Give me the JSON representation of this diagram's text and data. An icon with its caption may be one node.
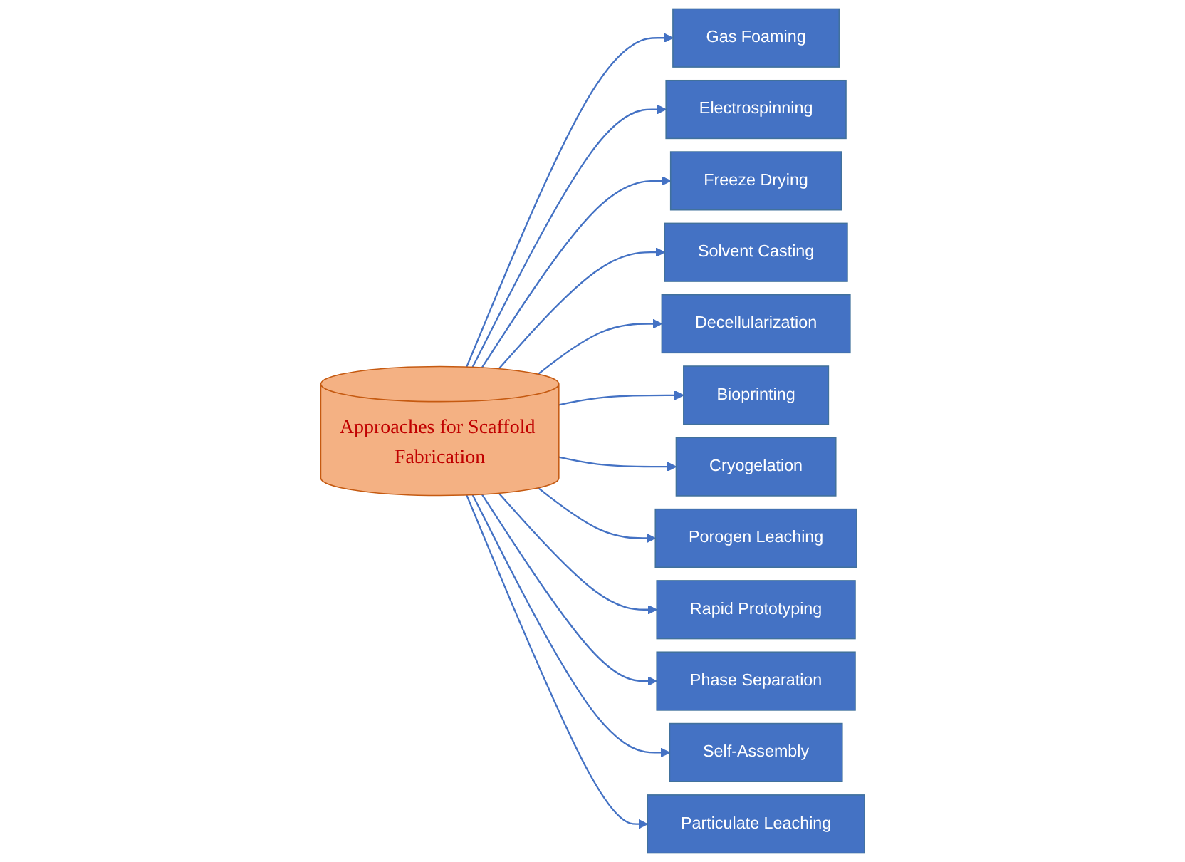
{
  "diagram": {
    "nodes": [
      {
        "text": [
          "Approaches for Scaffold Fabrication"
        ]
      },
      {
        "text": [
          "Gas Foaming"
        ]
      },
      {
        "text": [
          "Electrospinning"
        ]
      },
      {
        "text": [
          "Freeze Drying"
        ]
      },
      {
        "text": [
          "Solvent Casting"
        ]
      },
      {
        "text": [
          "Decellularization"
        ]
      },
      {
        "text": [
          "Bioprinting"
        ]
      },
      {
        "text": [
          "Cryogelation"
        ]
      },
      {
        "text": [
          "Porogen Leaching"
        ]
      },
      {
        "text": [
          "Rapid Prototyping"
        ]
      },
      {
        "text": [
          "Phase Separation"
        ]
      },
      {
        "text": [
          "Self-Assembly"
        ]
      },
      {
        "text": [
          "Particulate Leaching"
        ]
      }
    ],
    "edges": [
      {
        "from": 0,
        "to": 1,
        "arrow": "to"
      },
      {
        "from": 0,
        "to": 2,
        "arrow": "to"
      },
      {
        "from": 0,
        "to": 3,
        "arrow": "to"
      },
      {
        "from": 0,
        "to": 4,
        "arrow": "to"
      },
      {
        "from": 0,
        "to": 5,
        "arrow": "to"
      },
      {
        "from": 0,
        "to": 6,
        "arrow": "to"
      },
      {
        "from": 0,
        "to": 7,
        "arrow": "to"
      },
      {
        "from": 0,
        "to": 8,
        "arrow": "to"
      },
      {
        "from": 0,
        "to": 9,
        "arrow": "to"
      },
      {
        "from": 0,
        "to": 10,
        "arrow": "to"
      },
      {
        "from": 0,
        "to": 11,
        "arrow": "to"
      },
      {
        "from": 0,
        "to": 12,
        "arrow": "to"
      }
    ]
  }
}
